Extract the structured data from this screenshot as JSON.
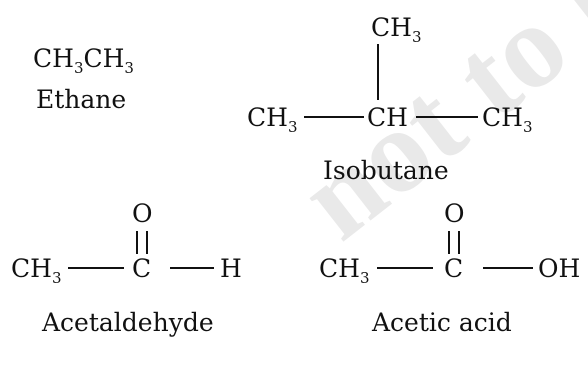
{
  "watermark": "not to be",
  "ethane": {
    "formula": {
      "a": "CH",
      "a_sub": "3",
      "b": "CH",
      "b_sub": "3"
    },
    "name": "Ethane"
  },
  "isobutane": {
    "top": {
      "main": "CH",
      "sub": "3"
    },
    "left": {
      "main": "CH",
      "sub": "3"
    },
    "center": "CH",
    "right": {
      "main": "CH",
      "sub": "3"
    },
    "name": "Isobutane"
  },
  "acetaldehyde": {
    "oxygen": "O",
    "methyl": {
      "main": "CH",
      "sub": "3"
    },
    "carbon": "C",
    "hydrogen": "H",
    "name": "Acetaldehyde"
  },
  "acetic_acid": {
    "oxygen": "O",
    "methyl": {
      "main": "CH",
      "sub": "3"
    },
    "carbon": "C",
    "hydroxyl": "OH",
    "name": "Acetic acid"
  }
}
